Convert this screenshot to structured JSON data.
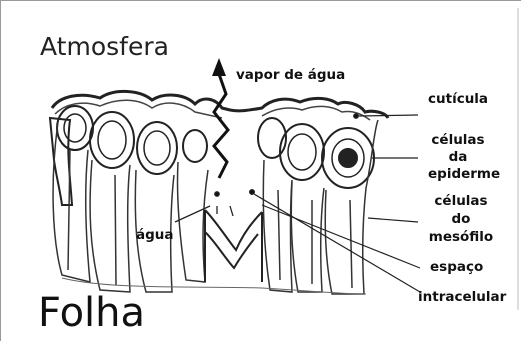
{
  "diagram": {
    "atmosphere_label": "Atmosfera",
    "vapor_label": "vapor de água",
    "water_label": "água",
    "leaf_label": "Folha",
    "labels": {
      "cuticula": "cutícula",
      "epiderme": [
        "células",
        "da",
        "epiderme"
      ],
      "mesofilo": [
        "células",
        "do",
        "mesófilo"
      ],
      "espaco": "espaço",
      "intracelular": "intracelular"
    }
  }
}
